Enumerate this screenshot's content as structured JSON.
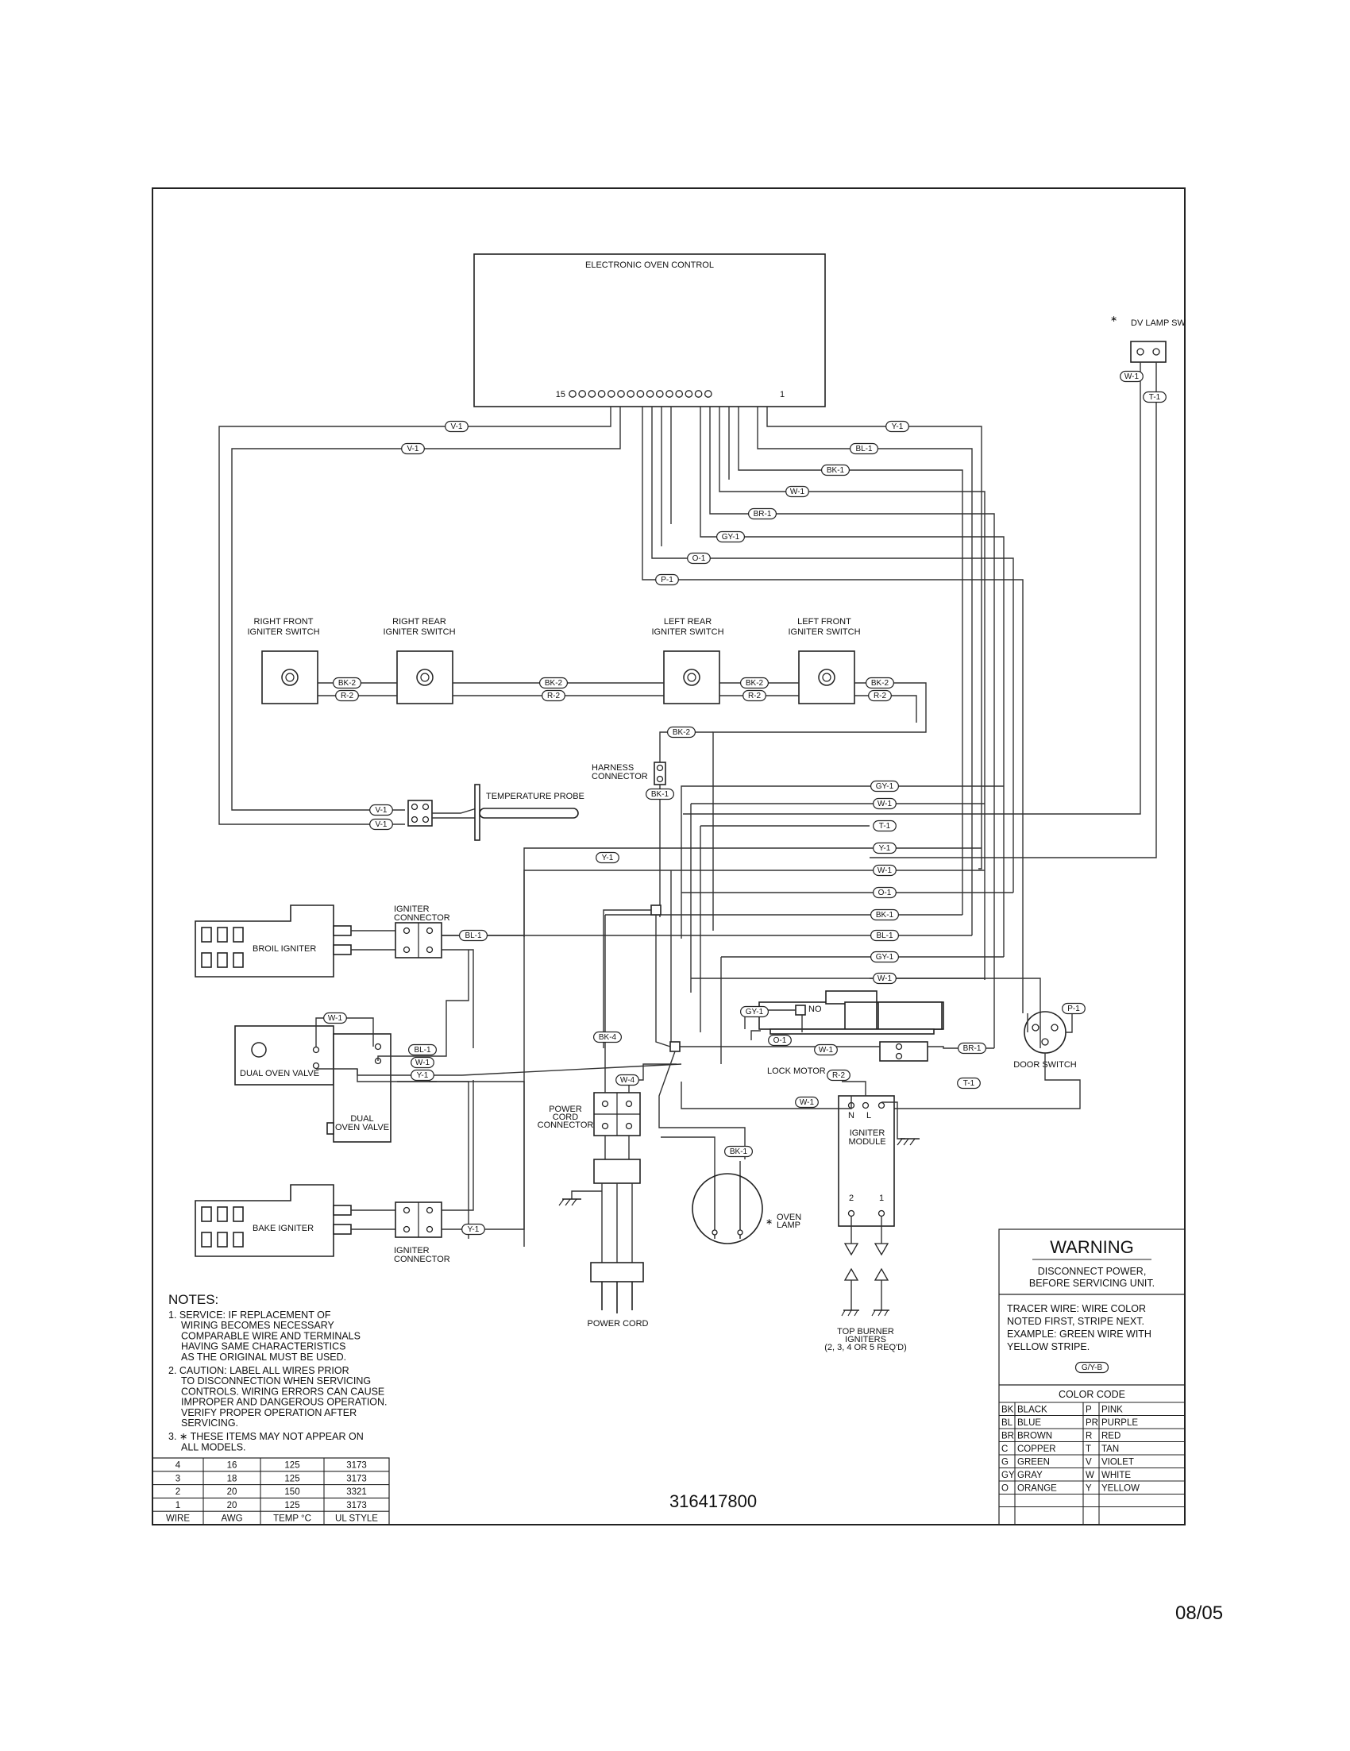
{
  "title": "ELECTRONIC OVEN CONTROL",
  "part_number": "316417800",
  "date": "08/05",
  "terminal_labels": {
    "left": "15",
    "right": "1"
  },
  "components": {
    "dv_lamp_sw": "DV LAMP SW",
    "right_front_igniter_switch": [
      "RIGHT FRONT",
      "IGNITER SWITCH"
    ],
    "right_rear_igniter_switch": [
      "RIGHT REAR",
      "IGNITER SWITCH"
    ],
    "left_rear_igniter_switch": [
      "LEFT REAR",
      "IGNITER SWITCH"
    ],
    "left_front_igniter_switch": [
      "LEFT FRONT",
      "IGNITER SWITCH"
    ],
    "harness_connector": [
      "HARNESS",
      "CONNECTOR"
    ],
    "temperature_probe": "TEMPERATURE PROBE",
    "igniter_connector_top": [
      "IGNITER",
      "CONNECTOR"
    ],
    "broil_igniter": "BROIL IGNITER",
    "dual_oven_valve": "DUAL OVEN VALVE",
    "dual_oven_valve_2": [
      "DUAL",
      "OVEN VALVE"
    ],
    "bake_igniter": "BAKE IGNITER",
    "igniter_connector_bottom": [
      "IGNITER",
      "CONNECTOR"
    ],
    "power_cord_connector": [
      "POWER",
      "CORD",
      "CONNECTOR"
    ],
    "power_cord": "POWER CORD",
    "lock_motor": "LOCK MOTOR",
    "no_contact": "NO",
    "oven_lamp": [
      "OVEN",
      "LAMP"
    ],
    "door_switch": "DOOR SWITCH",
    "igniter_module": [
      "IGNITER",
      "MODULE"
    ],
    "igniter_module_pins": {
      "n": "N",
      "l": "L",
      "p2": "2",
      "p1": "1"
    },
    "top_burner_igniters": [
      "TOP BURNER",
      "IGNITERS",
      "(2, 3, 4 OR 5 REQ'D)"
    ]
  },
  "wire_tags": {
    "v1": "V-1",
    "y1": "Y-1",
    "bl1": "BL-1",
    "bk1": "BK-1",
    "w1": "W-1",
    "br1": "BR-1",
    "gy1": "GY-1",
    "o1": "O-1",
    "p1": "P-1",
    "t1": "T-1",
    "bk2": "BK-2",
    "r2": "R-2",
    "bk4": "BK-4",
    "w4": "W-4",
    "gyb": "G/Y-B"
  },
  "notes": {
    "heading": "NOTES:",
    "items": [
      [
        "1.  SERVICE:   IF REPLACEMENT OF",
        "WIRING BECOMES NECESSARY",
        "COMPARABLE WIRE AND TERMINALS",
        "HAVING SAME CHARACTERISTICS",
        "AS THE ORIGINAL MUST BE USED."
      ],
      [
        "2.  CAUTION:   LABEL ALL WIRES PRIOR",
        "TO DISCONNECTION WHEN SERVICING",
        "CONTROLS.   WIRING ERRORS CAN CAUSE",
        "IMPROPER AND DANGEROUS OPERATION.",
        "VERIFY PROPER OPERATION AFTER",
        "SERVICING."
      ],
      [
        "3.  ∗ THESE ITEMS MAY NOT APPEAR ON",
        "ALL MODELS."
      ]
    ]
  },
  "wire_table": {
    "rows": [
      [
        "4",
        "16",
        "125",
        "3173"
      ],
      [
        "3",
        "18",
        "125",
        "3173"
      ],
      [
        "2",
        "20",
        "150",
        "3321"
      ],
      [
        "1",
        "20",
        "125",
        "3173"
      ]
    ],
    "header": [
      "WIRE",
      "AWG",
      "TEMP °C",
      "UL STYLE"
    ]
  },
  "warning": {
    "title": "WARNING",
    "lines": [
      "DISCONNECT POWER,",
      "BEFORE SERVICING UNIT."
    ],
    "tracer": [
      "TRACER WIRE:   WIRE COLOR",
      "NOTED FIRST, STRIPE NEXT.",
      "EXAMPLE:   GREEN WIRE WITH",
      "YELLOW STRIPE."
    ]
  },
  "color_code": {
    "title": "COLOR CODE",
    "rows": [
      [
        "BK",
        "BLACK",
        "P",
        "PINK"
      ],
      [
        "BL",
        "BLUE",
        "PR",
        "PURPLE"
      ],
      [
        "BR",
        "BROWN",
        "R",
        "RED"
      ],
      [
        "C",
        "COPPER",
        "T",
        "TAN"
      ],
      [
        "G",
        "GREEN",
        "V",
        "VIOLET"
      ],
      [
        "GY",
        "GRAY",
        "W",
        "WHITE"
      ],
      [
        "O",
        "ORANGE",
        "Y",
        "YELLOW"
      ]
    ]
  },
  "asterisk": "∗"
}
